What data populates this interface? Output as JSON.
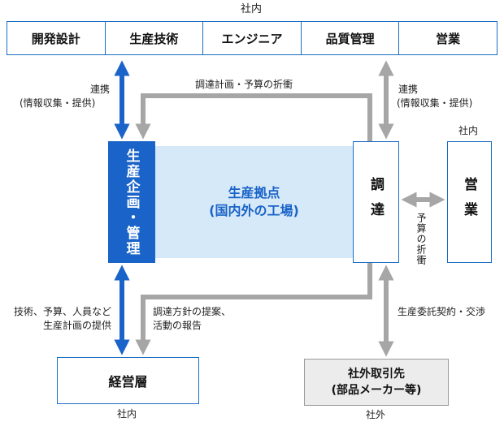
{
  "top_label": "社内",
  "departments": [
    "開発設計",
    "生産技術",
    "エンジニア",
    "品質管理",
    "営業"
  ],
  "planning": "生産企画・管理",
  "base": {
    "line1": "生産拠点",
    "line2": "(国内外の工場)"
  },
  "procurement": "調達",
  "sales": {
    "label": "社内",
    "name": "営業"
  },
  "management": {
    "name": "経営層",
    "label": "社内"
  },
  "partner": {
    "line1": "社外取引先",
    "line2": "(部品メーカー等)",
    "label": "社外"
  },
  "annotations": {
    "left_coop_1": "連携",
    "left_coop_2": "(情報収集・提供)",
    "right_coop_1": "連携",
    "right_coop_2": "(情報収集・提供)",
    "procure_budget": "調達計画・予算の折衝",
    "budget_vertical": "予算の折衝",
    "left_bottom_1": "技術、予算、人員など",
    "left_bottom_2": "生産計画の提供",
    "mid_bottom_1": "調達方針の提案、",
    "mid_bottom_2": "活動の報告",
    "right_bottom": "生産委託契約・交渉"
  },
  "colors": {
    "blue": "#1a63c8",
    "light_blue": "#d6e9f8",
    "gray_arrow": "#a6a6a6",
    "gray_box": "#ececec"
  }
}
